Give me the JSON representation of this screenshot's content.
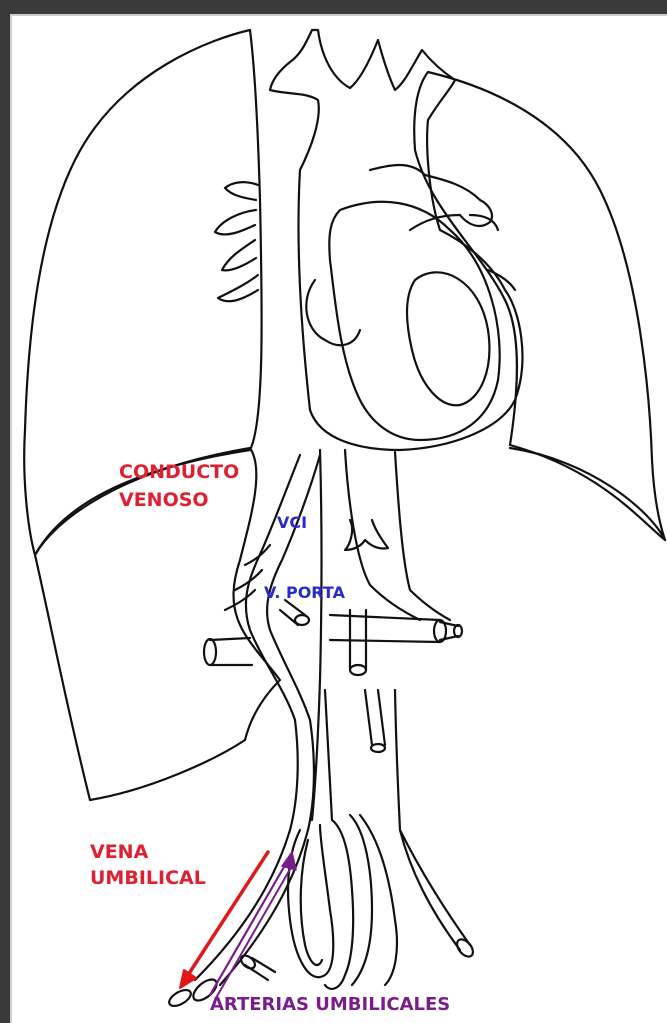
{
  "labels": {
    "conducto": "CONDUCTO",
    "venoso": "VENOSO",
    "vci": "VCI",
    "porta": "V. PORTA",
    "vena": "VENA",
    "umbilical": "UMBILICAL",
    "arterias": "ARTERIAS UMBILICALES"
  },
  "colors": {
    "red_label": "#e02030",
    "blue_label": "#2a2ad0",
    "purple_label": "#7a1d8c",
    "outline": "#111111",
    "arrow_red": "#e01818",
    "arrow_purple": "#7a1d8c"
  }
}
